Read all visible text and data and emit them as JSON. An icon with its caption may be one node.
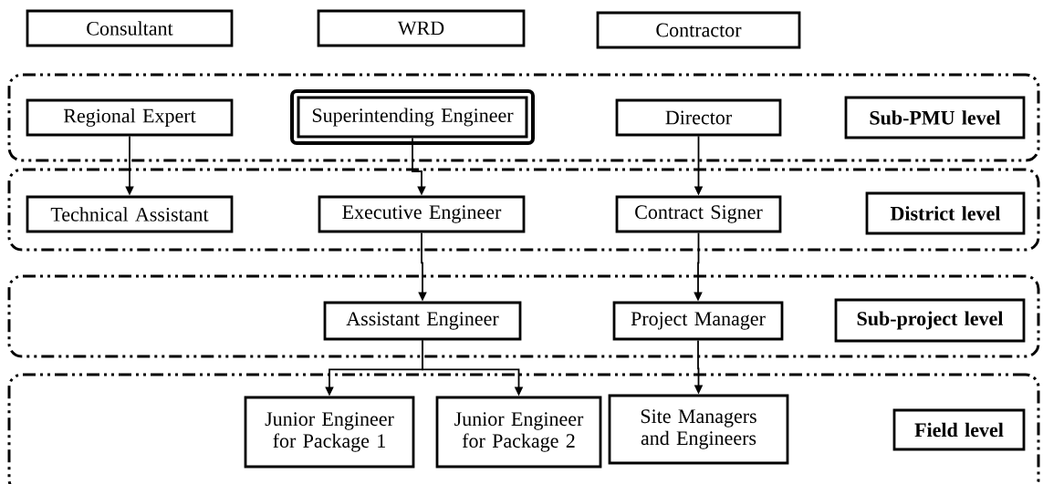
{
  "diagram": {
    "nodes": [
      {
        "text": [
          "Consultant"
        ]
      },
      {
        "text": [
          "WRD"
        ]
      },
      {
        "text": [
          "Contractor"
        ]
      },
      {
        "text": [],
        "shape": "band"
      },
      {
        "text": [
          "Regional Expert"
        ],
        "in": 3
      },
      {
        "text": [
          "Superintending Engineer"
        ],
        "in": 3
      },
      {
        "text": [
          "Director"
        ],
        "in": 3
      },
      {
        "text": [
          "Sub-PMU level"
        ],
        "in": 3
      },
      {
        "text": [],
        "shape": "band"
      },
      {
        "text": [
          "Technical Assistant"
        ],
        "in": 8
      },
      {
        "text": [
          "Executive Engineer"
        ],
        "in": 8
      },
      {
        "text": [
          "Contract Signer"
        ],
        "in": 8
      },
      {
        "text": [
          "District level"
        ],
        "in": 8
      },
      {
        "text": [],
        "shape": "band"
      },
      {
        "text": [
          "Assistant Engineer"
        ],
        "in": 13
      },
      {
        "text": [
          "Project Manager"
        ],
        "in": 13
      },
      {
        "text": [
          "Sub-project level"
        ],
        "in": 13
      },
      {
        "text": [],
        "shape": "band"
      },
      {
        "text": [
          "Junior Engineer for Package 1"
        ],
        "in": 17
      },
      {
        "text": [
          "Junior Engineer for Package 2"
        ],
        "in": 17
      },
      {
        "text": [
          "Site Managers and Engineers"
        ],
        "in": 17
      },
      {
        "text": [
          "Field level"
        ],
        "in": 17
      }
    ],
    "edges": [
      {
        "from": 4,
        "to": 9,
        "arrow": "to"
      },
      {
        "from": 5,
        "to": 10,
        "arrow": "to"
      },
      {
        "from": 6,
        "to": 11,
        "arrow": "to"
      },
      {
        "from": 10,
        "to": 14,
        "arrow": "to"
      },
      {
        "from": 11,
        "to": 15,
        "arrow": "to"
      },
      {
        "from": 14,
        "to": 18,
        "arrow": "to"
      },
      {
        "from": 14,
        "to": 19,
        "arrow": "to"
      },
      {
        "from": 15,
        "to": 20,
        "arrow": "to"
      }
    ]
  }
}
